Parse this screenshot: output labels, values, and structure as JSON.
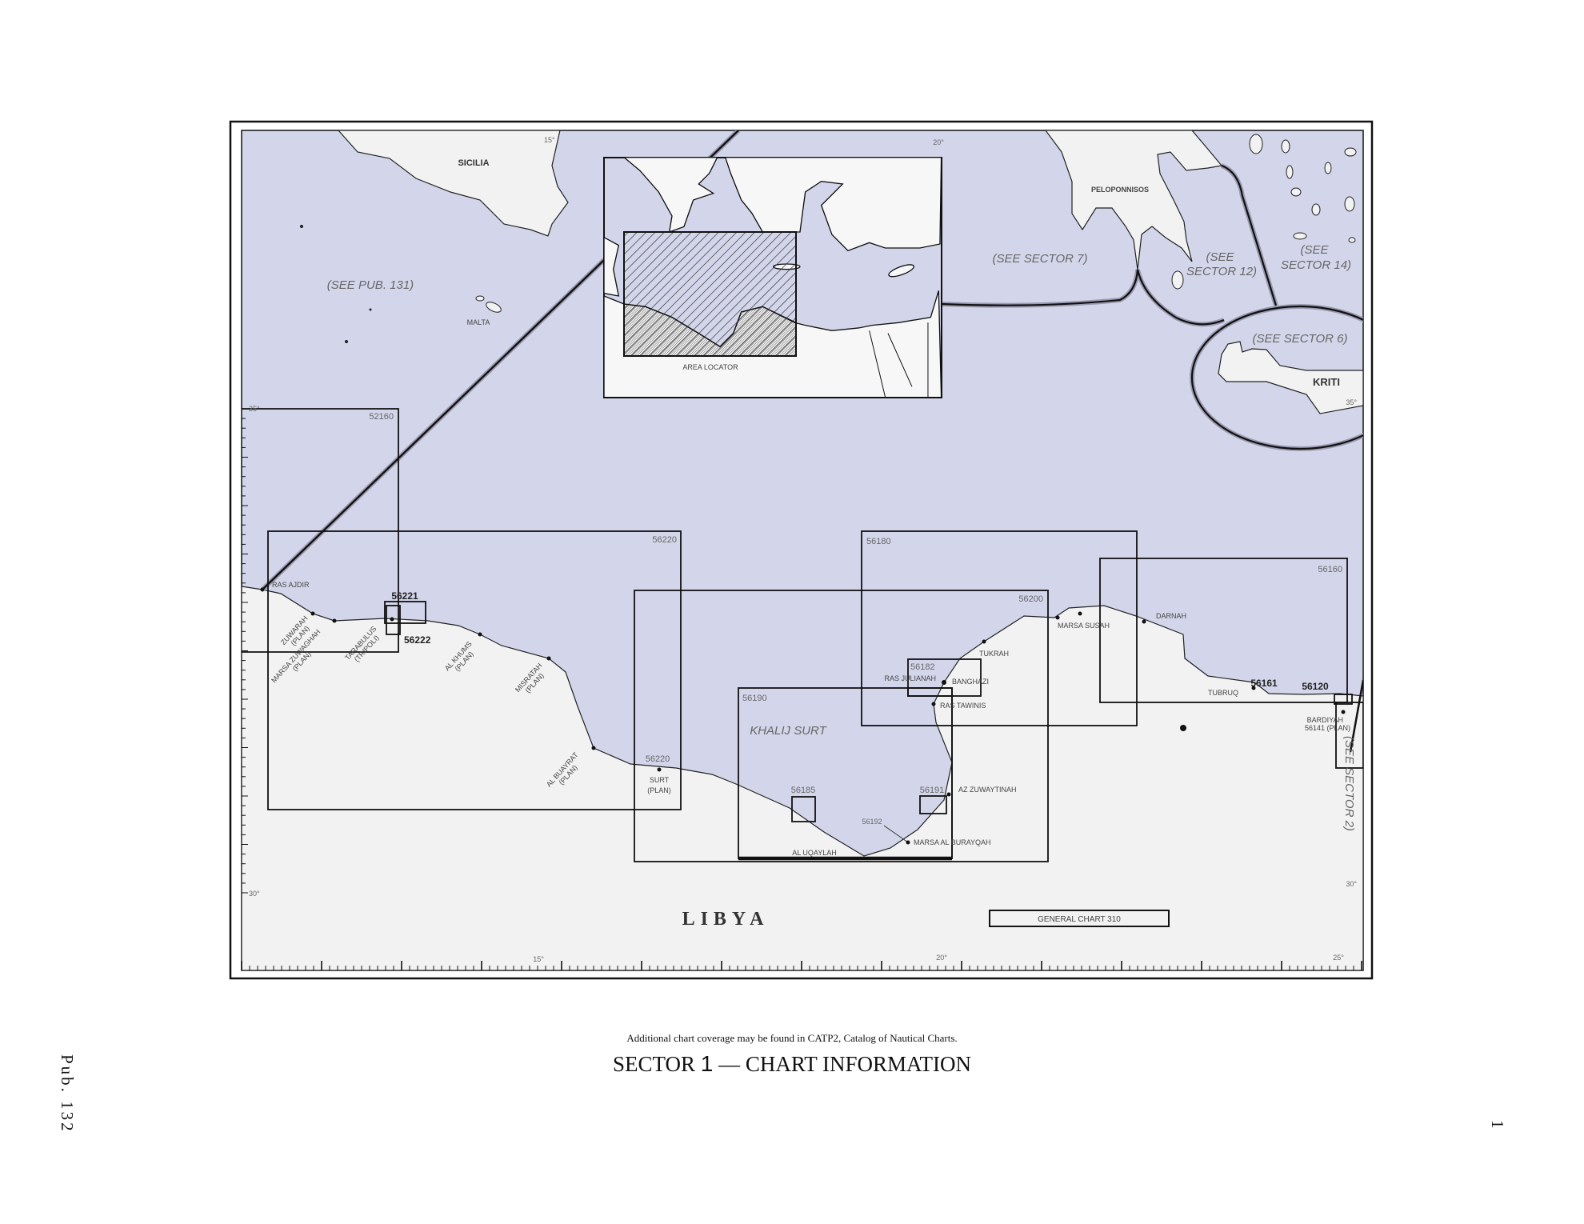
{
  "page": {
    "pub_label": "Pub. 132",
    "page_number": "1",
    "note": "Additional chart coverage may be found in CATP2, Catalog of Nautical Charts.",
    "title_prefix": "SECTOR ",
    "title_number": "1",
    "title_suffix": " — CHART INFORMATION"
  },
  "map": {
    "colors": {
      "sea": "#d3d6ea",
      "land": "#f2f2f2",
      "lines": "#111111"
    },
    "regions": {
      "sicilia": "SICILIA",
      "malta": "MALTA",
      "peloponnisos": "PELOPONNISOS",
      "kriti": "KRITI",
      "libya": "LIBYA",
      "khalij_surt": "KHALIJ SURT"
    },
    "references": {
      "pub131": "(SEE PUB. 131)",
      "sector7": "(SEE SECTOR 7)",
      "sector12_a": "(SEE",
      "sector12_b": "SECTOR 12)",
      "sector14_a": "(SEE",
      "sector14_b": "SECTOR 14)",
      "sector6": "(SEE SECTOR 6)",
      "sector2": "(SEE SECTOR 2)"
    },
    "area_locator": "AREA LOCATOR",
    "general_chart": "GENERAL CHART 310",
    "charts": {
      "c52160": "52160",
      "c56220": "56220",
      "c56220_surt": "56220",
      "c56221": "56221",
      "c56222": "56222",
      "c56200": "56200",
      "c56180": "56180",
      "c56160": "56160",
      "c56190": "56190",
      "c56182": "56182",
      "c56185": "56185",
      "c56191": "56191",
      "c56192": "56192",
      "c56161": "56161",
      "c56120": "56120",
      "c56141": "56141 (PLAN)"
    },
    "places": {
      "ras_ajdir": "RAS AJDIR",
      "zuwarah": [
        "ZUWARAH",
        "(PLAN)"
      ],
      "marsa_zuwaghah": [
        "MARSA ZUWAGHAH",
        "(PLAN)"
      ],
      "tarabulus": [
        "TARABULUS",
        "(TRIPOLI)"
      ],
      "al_khums": [
        "AL KHUMS",
        "(PLAN)"
      ],
      "misratah": [
        "MISRATAH",
        "(PLAN)"
      ],
      "al_buayrat": [
        "AL BUAYRAT",
        "(PLAN)"
      ],
      "surt": [
        "SURT",
        "(PLAN)"
      ],
      "al_uqaylah": "AL UQAYLAH",
      "marsa_al_buraygah": "MARSA AL BURAYQAH",
      "az_zuwaytinah": "AZ ZUWAYTINAH",
      "ras_julianah": "RAS JULIANAH",
      "banghazi": "BANGHAZI",
      "ras_tawinis": "RAS TAWINIS",
      "tukrah": "TUKRAH",
      "marsa_susah": "MARSA SUSAH",
      "darnah": "DARNAH",
      "tubruq": "TUBRUQ",
      "bardiyah": "BARDIYAH"
    },
    "graticule": {
      "top_15": "15°",
      "top_20": "20°",
      "left_35": "35°",
      "left_30": "30°",
      "right_35": "35°",
      "right_30": "30°",
      "bottom_15": "15°",
      "bottom_20": "20°",
      "bottom_25": "25°"
    }
  }
}
